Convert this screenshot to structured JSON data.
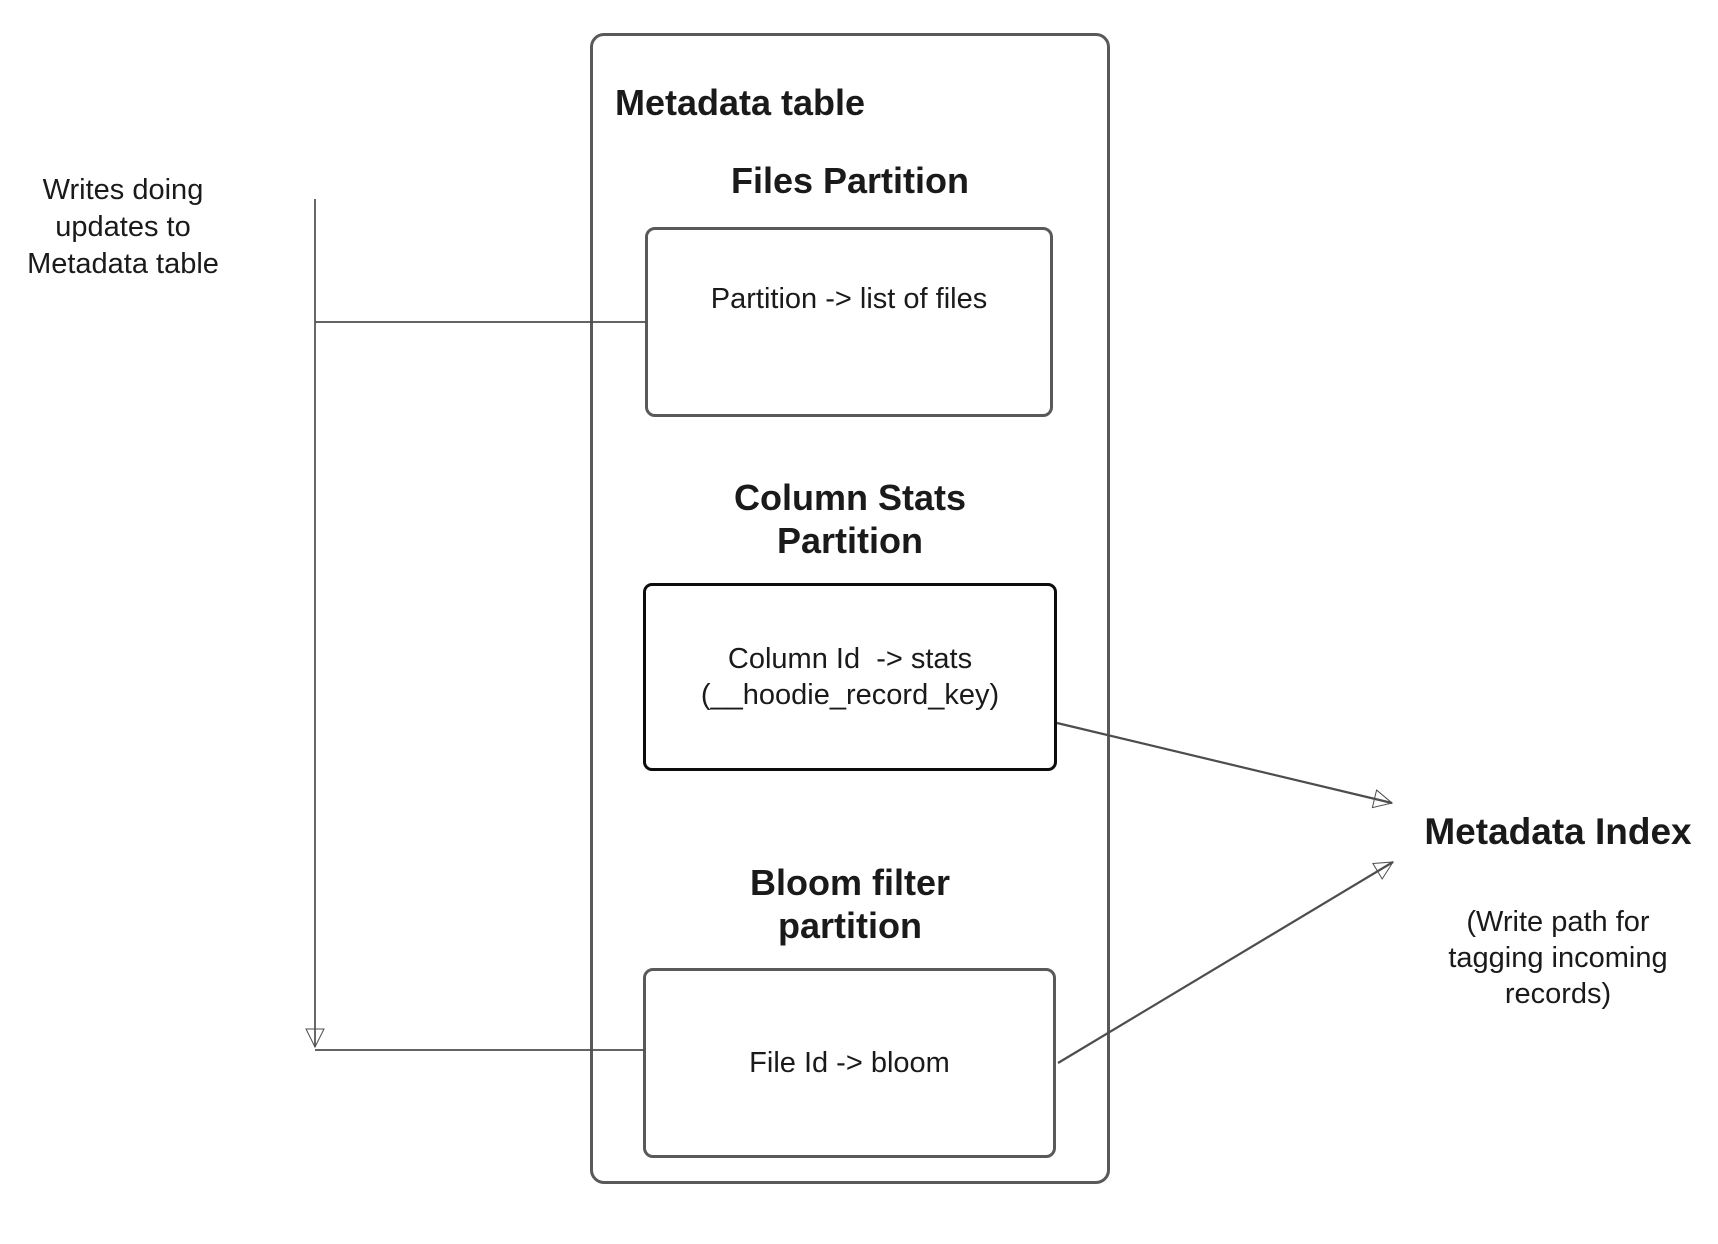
{
  "colors": {
    "background": "#ffffff",
    "box_border_gray": "#595959",
    "box_border_dark": "#0d0d0d",
    "connector": "#4d4d4d",
    "text": "#1a1a1a"
  },
  "left_note": {
    "text": "Writes doing\nupdates to\nMetadata table"
  },
  "metadata_table": {
    "title": "Metadata table",
    "files_partition": {
      "heading": "Files Partition",
      "box_label": "Partition -> list of files"
    },
    "column_stats_partition": {
      "heading": "Column Stats\nPartition",
      "box_label": "Column Id  -> stats\n(__hoodie_record_key)"
    },
    "bloom_filter_partition": {
      "heading": "Bloom filter\npartition",
      "box_label": "File Id -> bloom"
    }
  },
  "metadata_index": {
    "title": "Metadata Index",
    "subtitle": "(Write path for\ntagging incoming\nrecords)"
  }
}
